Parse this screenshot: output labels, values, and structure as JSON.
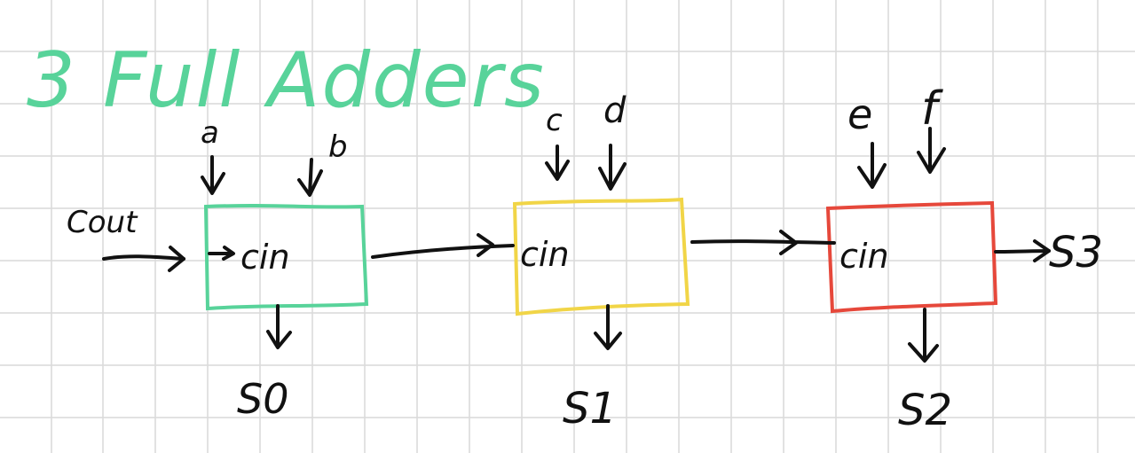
{
  "title": "3 Full Adders",
  "carry_in_label": "Cout",
  "adders": [
    {
      "cin_label": "cin",
      "inputs": [
        "a",
        "b"
      ],
      "output": "S0",
      "color": "#58d39a"
    },
    {
      "cin_label": "cin",
      "inputs": [
        "c",
        "d"
      ],
      "output": "S1",
      "color": "#f1d547"
    },
    {
      "cin_label": "cin",
      "inputs": [
        "e",
        "f"
      ],
      "output": "S2",
      "color": "#e6483b"
    }
  ],
  "final_carry_output": "S3",
  "colors": {
    "title": "#58d39a",
    "ink": "#111111",
    "grid": "#d9d9d9"
  }
}
